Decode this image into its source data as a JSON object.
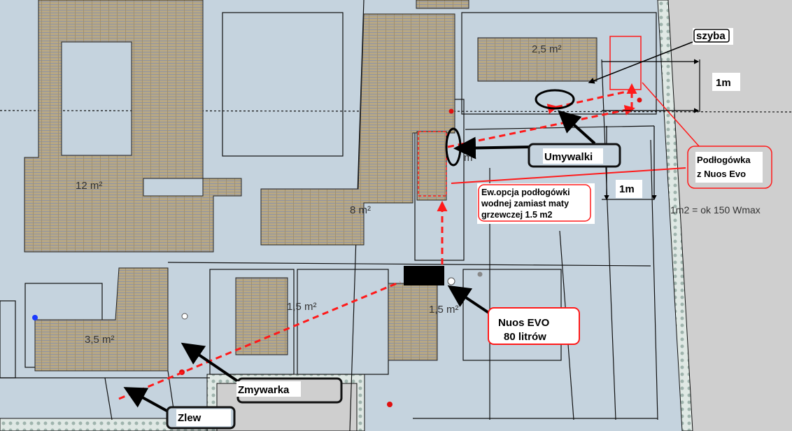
{
  "areas": {
    "a1": "12 m²",
    "a2": "8 m²",
    "a3": "2,5 m²",
    "a4": "m²",
    "a5": "1,5 m²",
    "a6": "1,5 m²",
    "a7": "3,5 m²"
  },
  "labels": {
    "szyba": "szyba",
    "dim1": "1m",
    "dim2": "1m",
    "umywalki": "Umywalki",
    "podlogowka": [
      "Podłogówka",
      "z Nuos Evo"
    ],
    "option": [
      "Ew.opcja podłogówki",
      "wodnej zamiast maty",
      "grzewczej 1.5 m2"
    ],
    "power": "1m2 = ok 150 Wmax",
    "nuos": [
      "Nuos EVO",
      "80 litrów"
    ],
    "zmywarka": "Zmywarka",
    "zlew": "Zlew"
  },
  "colors": {
    "accent": "#ff1a1a",
    "floor": "#c5d3de",
    "outside": "#cfcfcf"
  }
}
